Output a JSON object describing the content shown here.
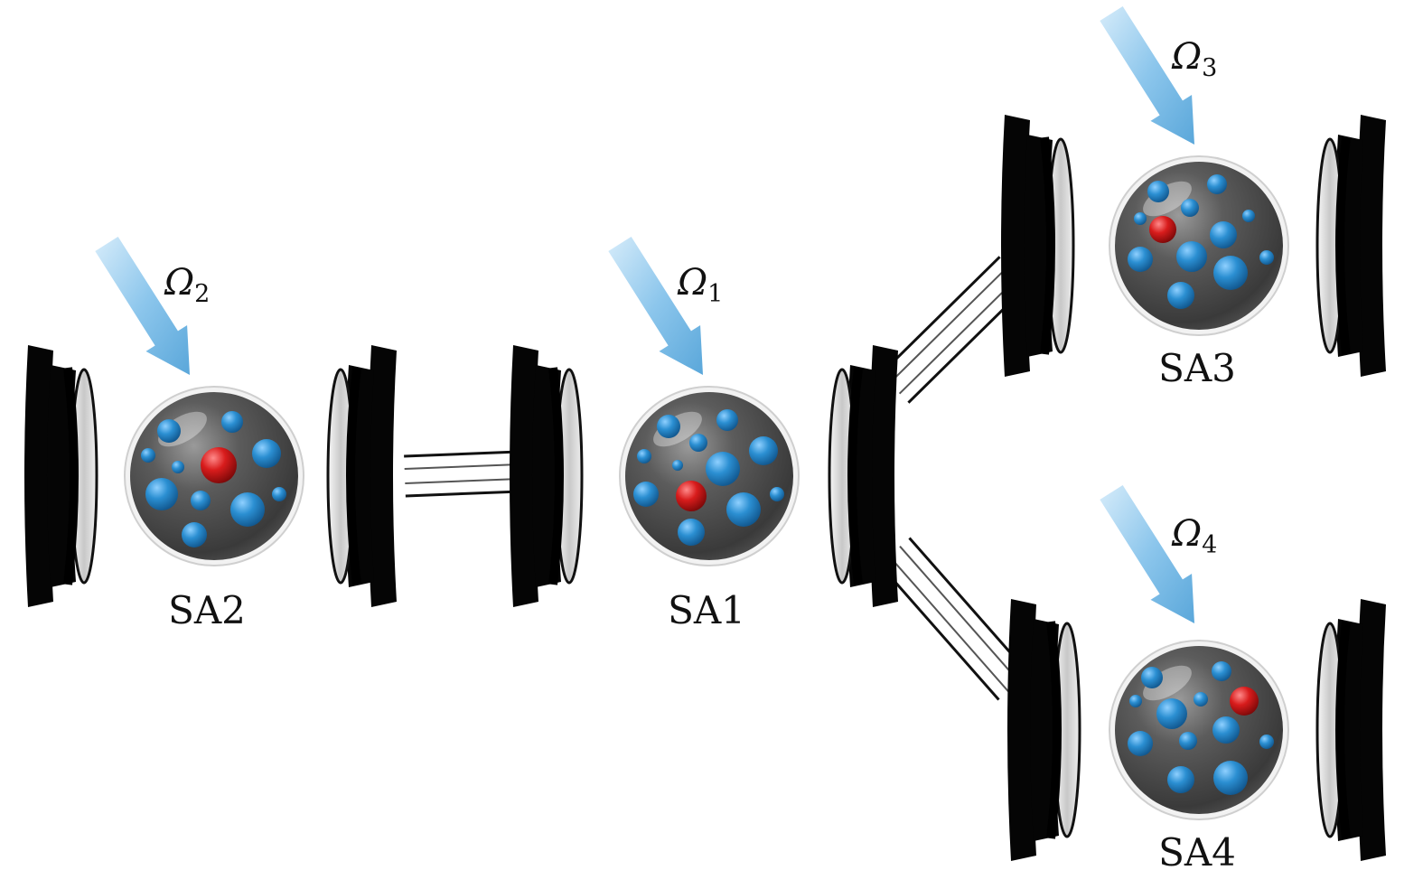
{
  "diagram": {
    "cavities": [
      {
        "id": "sa2",
        "label": "SA2",
        "pump": {
          "symbol": "Ω",
          "subscript": "2"
        }
      },
      {
        "id": "sa1",
        "label": "SA1",
        "pump": {
          "symbol": "Ω",
          "subscript": "1"
        }
      },
      {
        "id": "sa3",
        "label": "SA3",
        "pump": {
          "symbol": "Ω",
          "subscript": "3"
        }
      },
      {
        "id": "sa4",
        "label": "SA4",
        "pump": {
          "symbol": "Ω",
          "subscript": "4"
        }
      }
    ],
    "couplings": [
      {
        "from": "sa2",
        "to": "sa1"
      },
      {
        "from": "sa1",
        "to": "sa3"
      },
      {
        "from": "sa1",
        "to": "sa4"
      }
    ],
    "colors": {
      "mirror": "#050505",
      "mirror_inner": "#d9d9d9",
      "ensemble": "#4a4a4a",
      "atom_blue": "#1f7fc0",
      "atom_red": "#d01818",
      "pump_beam": "#7fbde6"
    }
  }
}
